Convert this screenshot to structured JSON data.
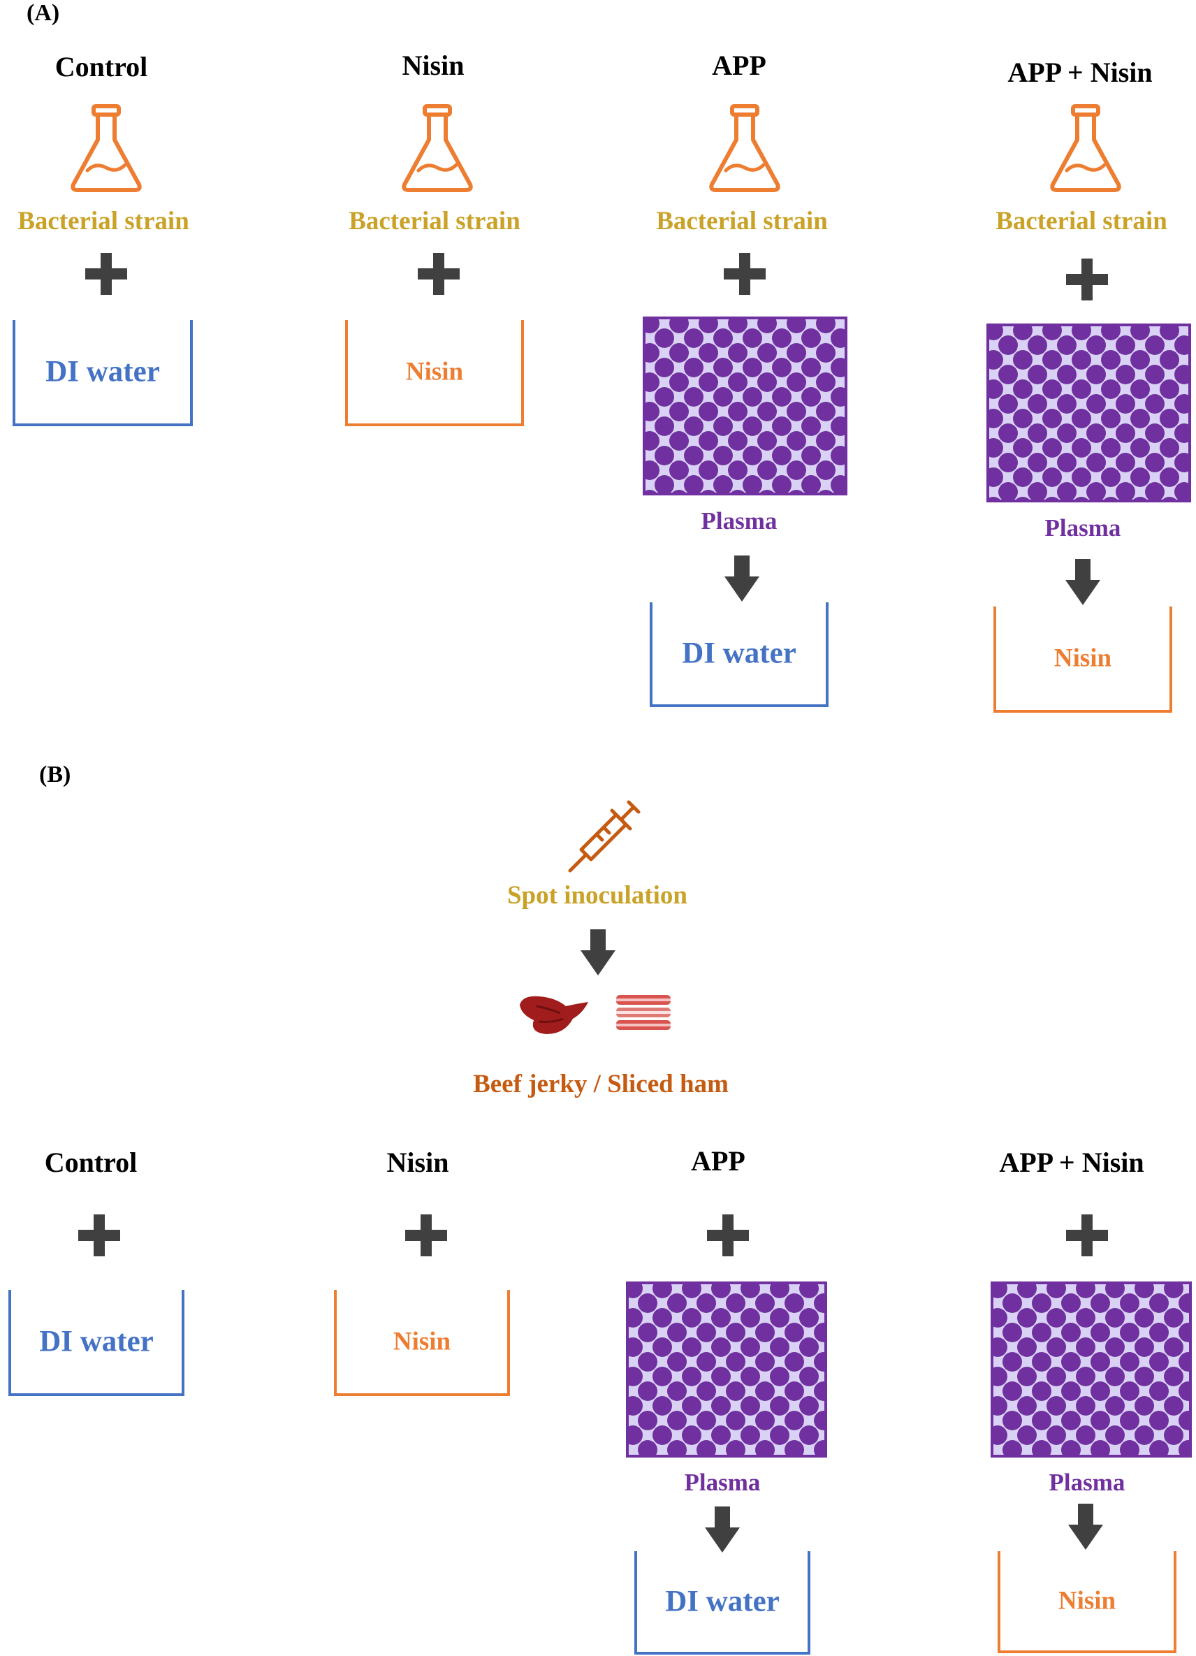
{
  "panel_a": {
    "label": "(A)",
    "columns": [
      {
        "header": "Control",
        "strain": "Bacterial strain",
        "container_text": "DI water",
        "container_color": "blue",
        "plasma": false
      },
      {
        "header": "Nisin",
        "strain": "Bacterial strain",
        "container_text": "Nisin",
        "container_color": "orange",
        "plasma": false
      },
      {
        "header": "APP",
        "strain": "Bacterial strain",
        "plasma_label": "Plasma",
        "container_text": "DI water",
        "container_color": "blue",
        "plasma": true
      },
      {
        "header": "APP + Nisin",
        "strain": "Bacterial strain",
        "plasma_label": "Plasma",
        "container_text": "Nisin",
        "container_color": "orange",
        "plasma": true
      }
    ]
  },
  "panel_b": {
    "label": "(B)",
    "inoculation_label": "Spot inoculation",
    "meat_label": "Beef jerky / Sliced ham",
    "columns": [
      {
        "header": "Control",
        "container_text": "DI water",
        "container_color": "blue",
        "plasma": false
      },
      {
        "header": "Nisin",
        "container_text": "Nisin",
        "container_color": "orange",
        "plasma": false
      },
      {
        "header": "APP",
        "plasma_label": "Plasma",
        "container_text": "DI water",
        "container_color": "blue",
        "plasma": true
      },
      {
        "header": "APP + Nisin",
        "plasma_label": "Plasma",
        "container_text": "Nisin",
        "container_color": "orange",
        "plasma": true
      }
    ]
  },
  "colors": {
    "water_blue": "#4472c4",
    "nisin_orange": "#ed7d31",
    "strain_gold": "#c9a227",
    "plasma_purple": "#7030a0",
    "meat_label": "#c55a11",
    "arrow_gray": "#404040"
  },
  "icons": {
    "flask": "erlenmeyer-flask-icon",
    "plus": "plus-icon",
    "arrow": "down-arrow-icon",
    "syringe": "syringe-icon",
    "meat": "beef-jerky-icon",
    "ham": "sliced-ham-icon"
  }
}
